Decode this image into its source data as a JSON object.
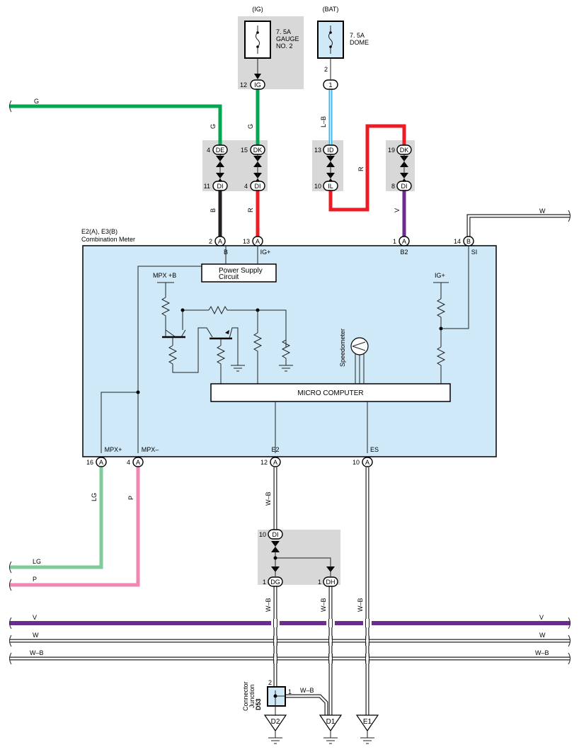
{
  "colors": {
    "green": "#00a651",
    "light_green": "#7fcc9a",
    "pink": "#f086b4",
    "red": "#ed1c24",
    "black": "#231f20",
    "violet": "#6a2c8f",
    "light_blue": "#3fb6e8",
    "meter_fill": "#cfe9f8",
    "junction_gray": "#d8d8d8"
  },
  "fuses": {
    "ig": {
      "source": "(IG)",
      "line1": "7. 5A",
      "line2": "GAUGE",
      "line3": "NO. 2",
      "pin": "12",
      "conn": "IG"
    },
    "bat": {
      "source": "(BAT)",
      "line1": "7. 5A",
      "line2": "DOME",
      "pin_top": "2",
      "conn": "1"
    }
  },
  "junctions": {
    "de": {
      "pin": "4",
      "conn": "DE"
    },
    "dk1": {
      "pin": "15",
      "conn": "DK"
    },
    "id": {
      "pin": "13",
      "conn": "ID"
    },
    "dk2": {
      "pin": "19",
      "conn": "DK"
    },
    "di1": {
      "pin": "11",
      "conn": "DI"
    },
    "di2": {
      "pin": "4",
      "conn": "DI"
    },
    "il": {
      "pin": "10",
      "conn": "IL"
    },
    "di3": {
      "pin": "8",
      "conn": "DI"
    },
    "di4": {
      "pin": "10",
      "conn": "DI"
    },
    "dg": {
      "pin": "1",
      "conn": "DG"
    },
    "dh": {
      "pin": "1",
      "conn": "DH"
    }
  },
  "wires": {
    "g_left": "G",
    "g_vert": "G",
    "g_vert2": "G",
    "lb": "L–B",
    "r_loop": "R",
    "b": "B",
    "r": "R",
    "v": "V",
    "w_right": "W",
    "lg": "LG",
    "lg_left": "LG",
    "p": "P",
    "p_left": "P",
    "wb1": "W–B",
    "wb2": "W–B",
    "wb3": "W–B",
    "wb4": "W–B",
    "wb_d53": "W–B",
    "bus_v": "V",
    "bus_v_r": "V",
    "bus_w": "W",
    "bus_w_r": "W",
    "bus_wb": "W–B",
    "bus_wb_r": "W–B"
  },
  "meter": {
    "title": "E2(A), E3(B)",
    "subtitle": "Combination Meter",
    "power_supply_l1": "Power Supply",
    "power_supply_l2": "Circuit",
    "mpx_b": "MPX +B",
    "ig_plus_inner": "IG+",
    "speedometer": "Speedometer",
    "micro": "MICRO COMPUTER",
    "top_pins": [
      {
        "num": "2",
        "conn": "A",
        "label": "B"
      },
      {
        "num": "13",
        "conn": "A",
        "label": "IG+"
      },
      {
        "num": "1",
        "conn": "A",
        "label": "B2"
      },
      {
        "num": "14",
        "conn": "B",
        "label": "SI"
      }
    ],
    "bottom_pins": [
      {
        "num": "16",
        "conn": "A",
        "label": "MPX+"
      },
      {
        "num": "4",
        "conn": "A",
        "label": "MPX–"
      },
      {
        "num": "12",
        "conn": "A",
        "label": "E2"
      },
      {
        "num": "10",
        "conn": "A",
        "label": "ES"
      }
    ]
  },
  "d53": {
    "code": "D53",
    "line1": "Junction",
    "line2": "Connector",
    "pin_left": "2",
    "pin_right": "1"
  },
  "grounds": [
    "D2",
    "D1",
    "E1"
  ]
}
